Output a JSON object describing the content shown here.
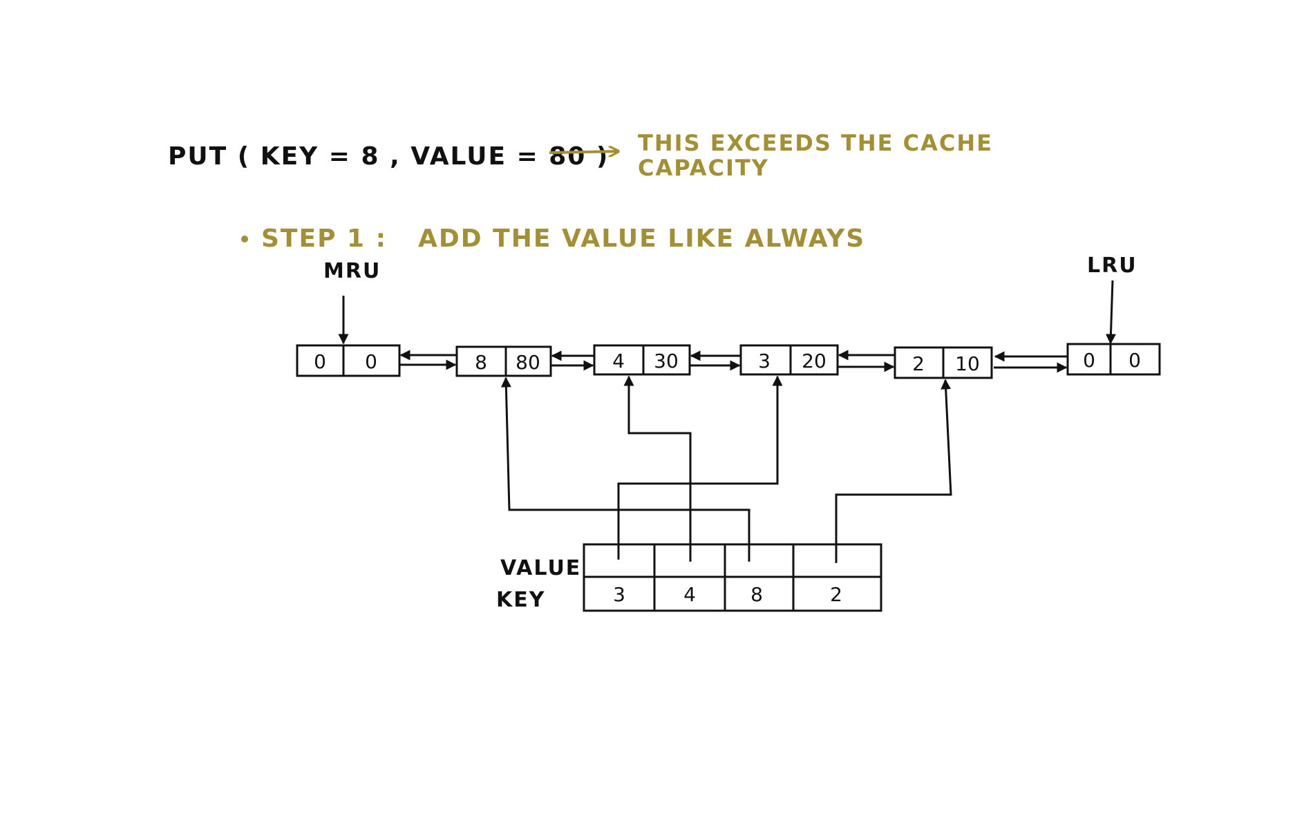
{
  "header": {
    "operation": "PUT ( KEY = 8 , VALUE = 80 )",
    "note_line1": "THIS EXCEEDS THE CACHE",
    "note_line2": "CAPACITY"
  },
  "step": {
    "label": "STEP 1 :",
    "description": "ADD THE VALUE LIKE ALWAYS"
  },
  "pointers": {
    "mru": "MRU",
    "lru": "LRU"
  },
  "list_nodes": [
    {
      "key": "0",
      "value": "0"
    },
    {
      "key": "8",
      "value": "80"
    },
    {
      "key": "4",
      "value": "30"
    },
    {
      "key": "3",
      "value": "20"
    },
    {
      "key": "2",
      "value": "10"
    },
    {
      "key": "0",
      "value": "0"
    }
  ],
  "hash_map": {
    "value_label": "VALUE",
    "key_label": "KEY",
    "keys": [
      "3",
      "4",
      "8",
      "2"
    ]
  },
  "colors": {
    "ink": "#111111",
    "accent": "#a38f35"
  }
}
